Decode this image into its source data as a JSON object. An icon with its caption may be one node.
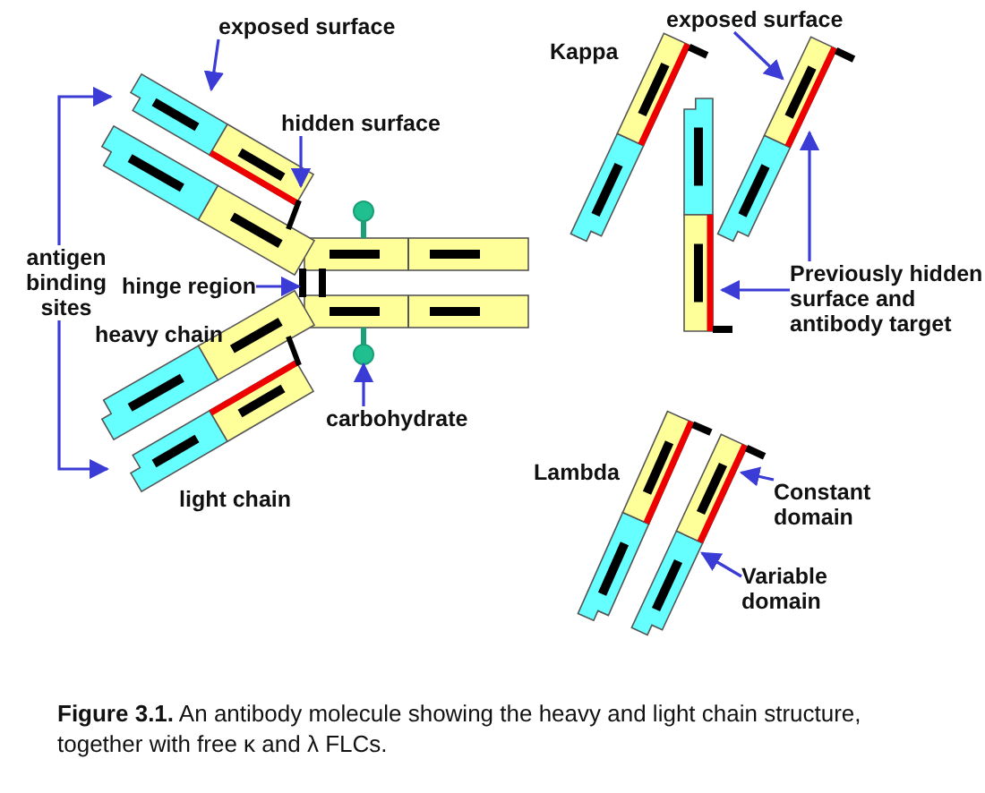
{
  "diagram": {
    "caption": "**Figure 3.1.** An antibody molecule showing the heavy and light chain structure, together with free κ and λ FLCs.",
    "nodes": [
      {
        "text": [
          "exposed surface"
        ]
      },
      {
        "text": [
          "hidden surface"
        ]
      },
      {
        "text": [
          "antigen binding sites"
        ]
      },
      {
        "text": [
          "hinge region"
        ]
      },
      {
        "text": [
          "carbohydrate"
        ]
      },
      {
        "text": [
          "exposed surface"
        ]
      },
      {
        "text": [
          "Previously hidden surface and antibody target"
        ]
      },
      {
        "text": [
          "Constant domain"
        ]
      },
      {
        "text": [
          "Variable domain"
        ]
      },
      {
        "text": [],
        "shape": "bar"
      },
      {
        "text": [],
        "shape": "circle"
      },
      {
        "text": [],
        "shape": "circle"
      }
    ],
    "edges": [
      {
        "from": 0,
        "to": null,
        "arrow": "to"
      },
      {
        "from": 1,
        "to": null,
        "arrow": "to"
      },
      {
        "from": 2,
        "to": null,
        "arrow": "to"
      },
      {
        "from": 2,
        "to": null,
        "arrow": "to"
      },
      {
        "from": 3,
        "to": 9,
        "arrow": "to"
      },
      {
        "from": 4,
        "to": 11,
        "arrow": "to"
      },
      {
        "from": 5,
        "to": null,
        "arrow": "to"
      },
      {
        "from": 6,
        "to": null,
        "arrow": "to"
      },
      {
        "from": 6,
        "to": null,
        "arrow": "to"
      },
      {
        "from": 7,
        "to": null,
        "arrow": "to"
      },
      {
        "from": 8,
        "to": null,
        "arrow": "to"
      }
    ],
    "labels": [
      "Kappa",
      "heavy chain",
      "light chain",
      "Lambda"
    ]
  }
}
